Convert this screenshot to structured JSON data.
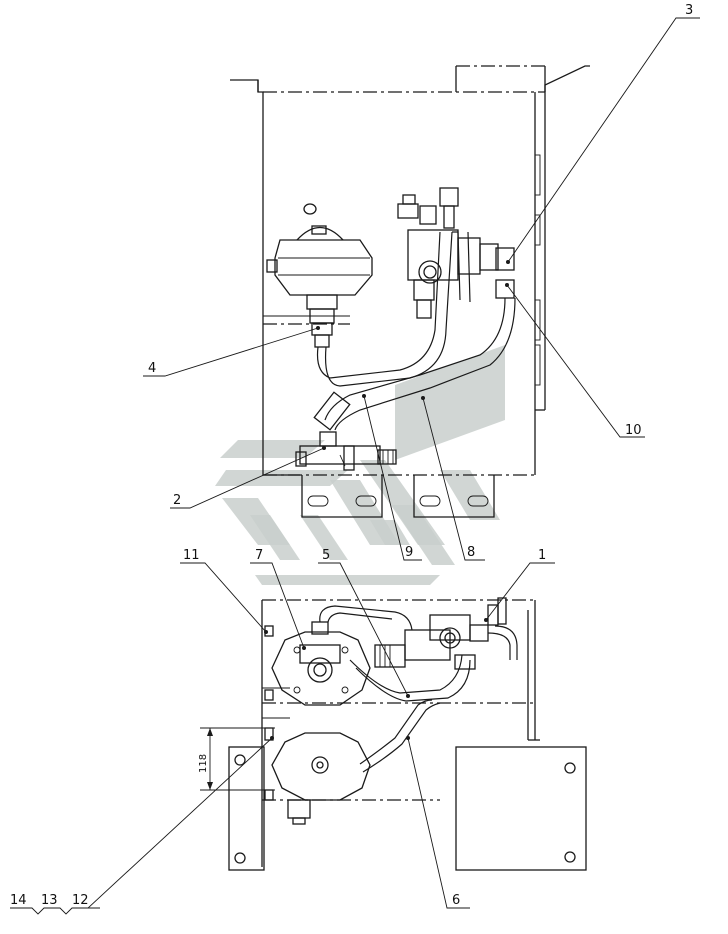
{
  "callouts": {
    "c1": "1",
    "c2": "2",
    "c3": "3",
    "c4": "4",
    "c5": "5",
    "c6": "6",
    "c7": "7",
    "c8": "8",
    "c9": "9",
    "c10": "10",
    "c11": "11",
    "c12": "12",
    "c13": "13",
    "c14": "14"
  },
  "dimension": {
    "value": "118"
  },
  "colors": {
    "line": "#1a1a1a",
    "watermark": "#c9cfcc",
    "background": "#ffffff"
  }
}
